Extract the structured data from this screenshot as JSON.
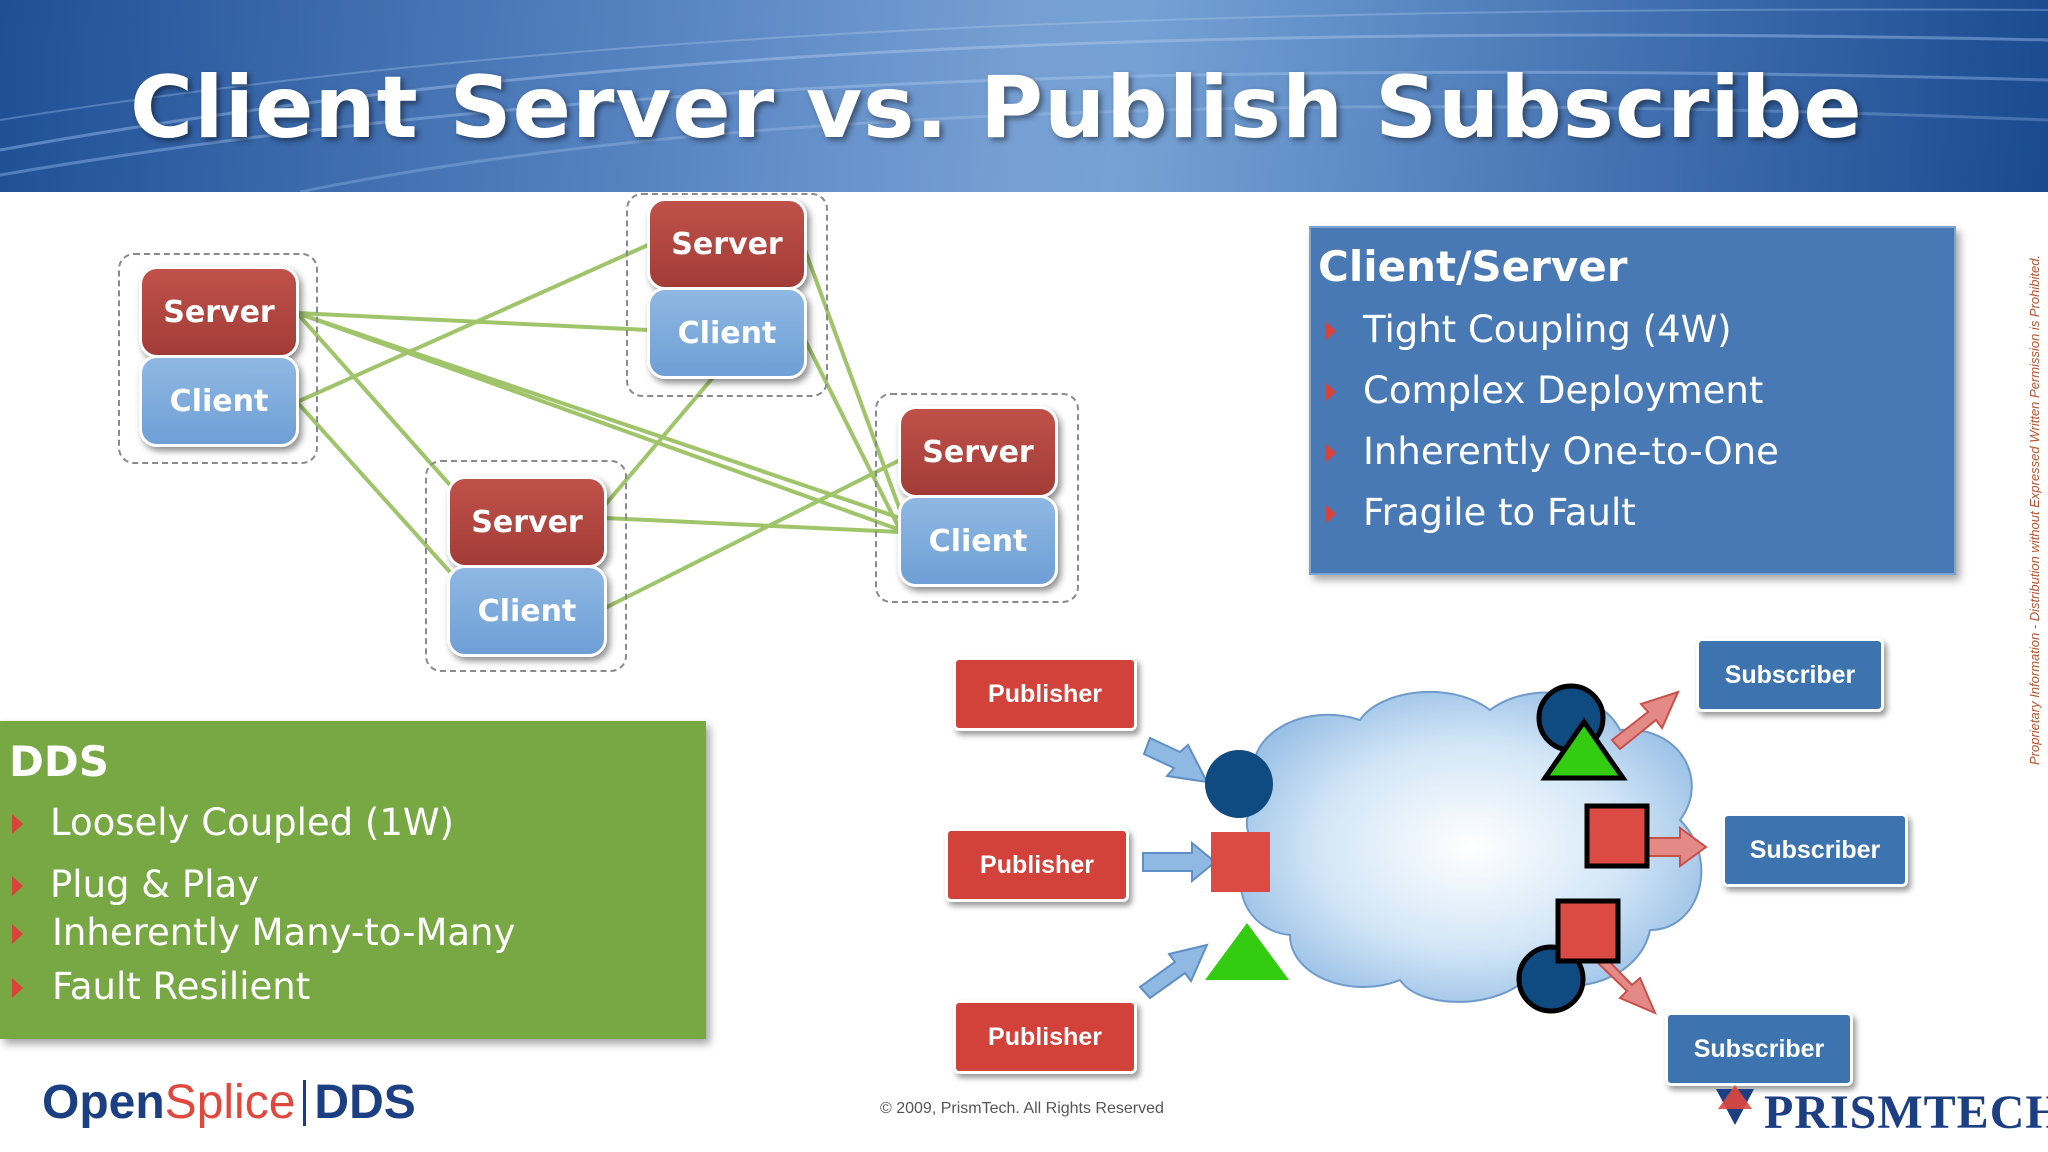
{
  "title": "Client Server vs. Publish Subscribe",
  "client_server_diagram": {
    "server_label": "Server",
    "client_label": "Client"
  },
  "client_server_panel": {
    "heading": "Client/Server",
    "bullets": [
      "Tight Coupling (4W)",
      "Complex Deployment",
      "Inherently One-to-One",
      "Fragile to Fault"
    ]
  },
  "dds_panel": {
    "heading": "DDS",
    "bullets": [
      "Loosely Coupled (1W)",
      "Plug & Play",
      "Inherently Many-to-Many",
      "Fault Resilient"
    ]
  },
  "pubsub_diagram": {
    "publisher_label": "Publisher",
    "subscriber_label": "Subscriber"
  },
  "footer": {
    "brand_open": "Open",
    "brand_splice": "Splice",
    "brand_dds": "DDS",
    "copyright": "© 2009, PrismTech. All Rights Reserved",
    "prismtech_logo": "PRISMTECH",
    "side_notice": "Proprietary Information - Distribution without Expressed Written Permission is Prohibited."
  },
  "colors": {
    "banner": "#3a6fb8",
    "server": "#a23c37",
    "client": "#6f9fd6",
    "connector": "#9fc46a",
    "cs_panel": "#4979b4",
    "dds_panel": "#78a843",
    "publisher": "#d2413a",
    "subscriber": "#3d74af",
    "bullet_arrow": "#d9433b"
  }
}
